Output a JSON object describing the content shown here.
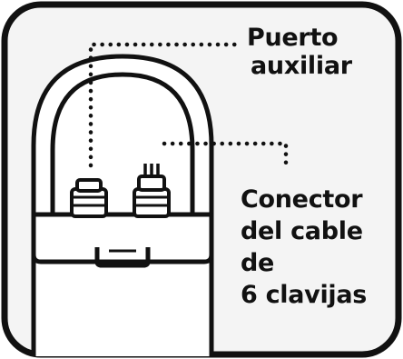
{
  "labels": {
    "aux_port": [
      "Puerto",
      "auxiliar"
    ],
    "connector": [
      "Conector",
      "del cable de",
      "6 clavijas"
    ]
  },
  "colors": {
    "ink": "#111111",
    "frame_fill": "#f4f4f4",
    "paper": "#ffffff"
  }
}
